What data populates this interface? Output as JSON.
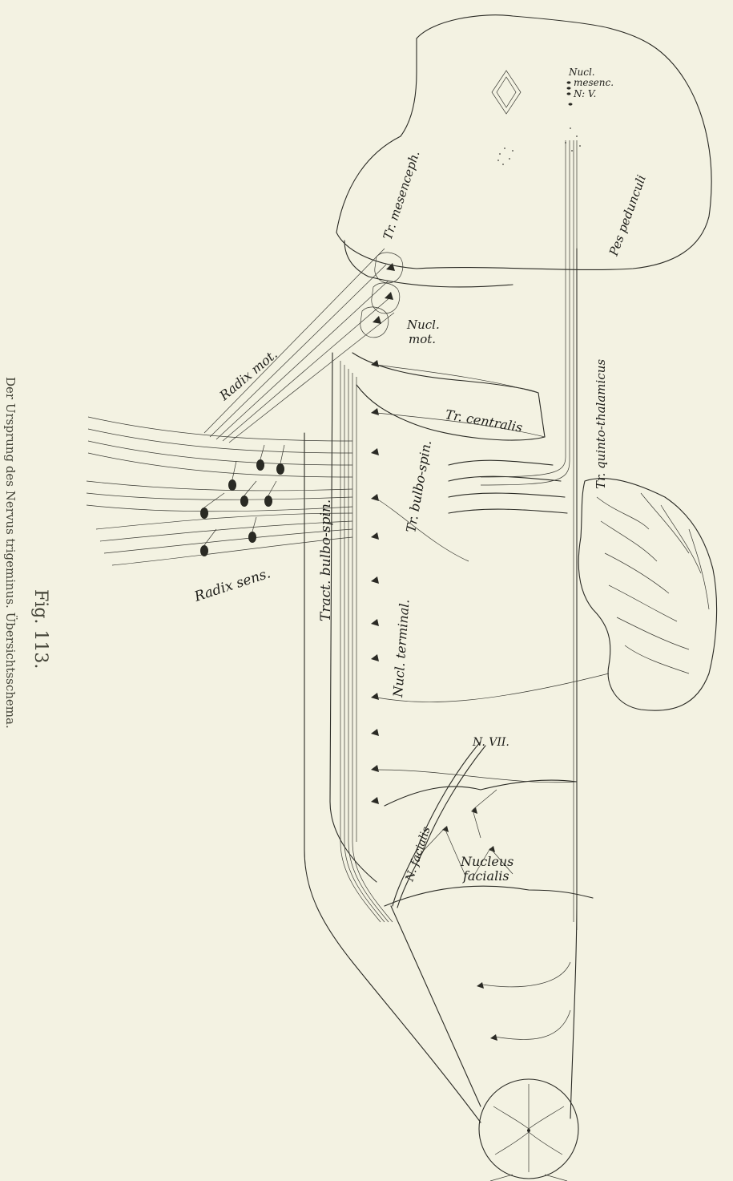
{
  "figure": {
    "number": "Fig. 113.",
    "caption": "Der Ursprung des Nervus trigeminus. Übersichtsschema."
  },
  "labels": {
    "nucl_mesenc": "Nucl.",
    "nucl_mesenc_2": "mesenc.",
    "nucl_mesenc_3": "N: V.",
    "tr_mesenceph": "Tr. mesenceph.",
    "pes_pedunculi": "Pes pedunculi",
    "radix_mot": "Radix mot.",
    "nucl_mot": "Nucl.",
    "nucl_mot_2": "mot.",
    "tr_quinto_thalamicus": "Tr. quinto-thalamicus",
    "tr_centralis": "Tr. centralis",
    "tr_bulbo_spin_upper": "Tr. bulbo-spin.",
    "radix_sens": "Radix sens.",
    "tract_bulbo_spin": "Tract. bulbo-spin.",
    "nucl_terminal": "Nucl. terminal.",
    "n_vii": "N. VII.",
    "n_facialis": "N. facialis",
    "nucleus_facialis": "Nucleus",
    "nucleus_facialis_2": "facialis"
  }
}
